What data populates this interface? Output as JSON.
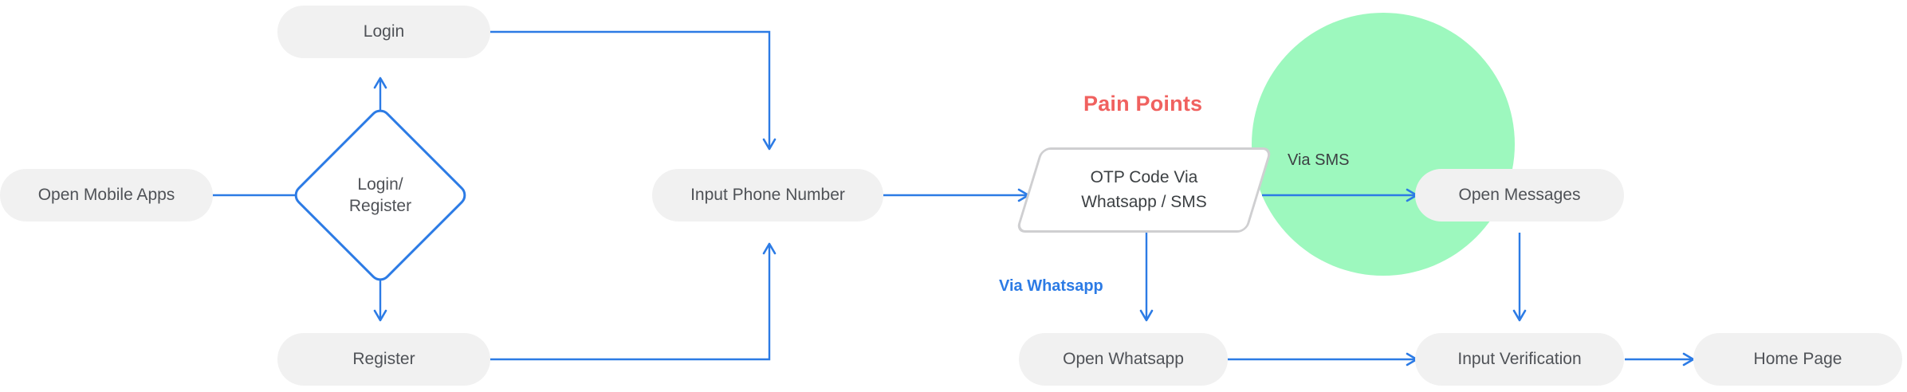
{
  "diagram": {
    "title_annotation": "Pain Points",
    "accent_colors": {
      "arrow_blue": "#2C7BE5",
      "node_fill": "#F1F1F1",
      "node_text": "#4F5257",
      "highlight_circle": "#9DF8BE",
      "pain_red": "#F0615F",
      "parallelogram_border": "#CFCFD1"
    },
    "nodes": [
      {
        "id": "open-mobile-apps",
        "label": "Open Mobile Apps",
        "shape": "pill"
      },
      {
        "id": "login-register",
        "label_line1": "Login/",
        "label_line2": "Register",
        "shape": "diamond"
      },
      {
        "id": "login",
        "label": "Login",
        "shape": "pill"
      },
      {
        "id": "register",
        "label": "Register",
        "shape": "pill"
      },
      {
        "id": "input-phone-number",
        "label": "Input Phone Number",
        "shape": "pill"
      },
      {
        "id": "otp-code",
        "label_line1": "OTP Code Via",
        "label_line2": "Whatsapp / SMS",
        "shape": "parallelogram"
      },
      {
        "id": "open-messages",
        "label": "Open Messages",
        "shape": "pill"
      },
      {
        "id": "open-whatsapp",
        "label": "Open Whatsapp",
        "shape": "pill"
      },
      {
        "id": "input-verification",
        "label": "Input Verification",
        "shape": "pill"
      },
      {
        "id": "home-page",
        "label": "Home Page",
        "shape": "pill"
      }
    ],
    "edge_labels": [
      {
        "id": "via-sms",
        "text": "Via SMS",
        "style": "plain"
      },
      {
        "id": "via-whatsapp",
        "text": "Via Whatsapp",
        "style": "blue-bold"
      }
    ]
  }
}
